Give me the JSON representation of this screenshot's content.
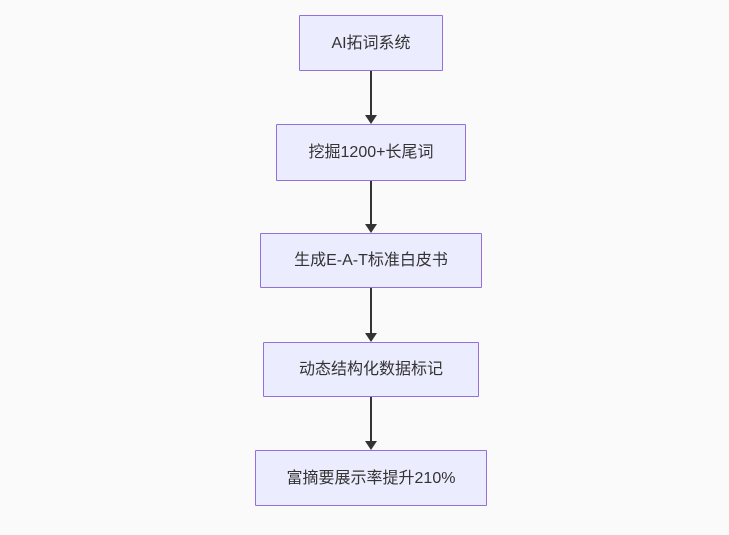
{
  "diagram": {
    "type": "flowchart",
    "direction": "top-down",
    "background": "#fafafa",
    "node_style": {
      "fill": "#ececff",
      "border": "#9370db",
      "text_color": "#333333"
    },
    "edge_style": {
      "line_color": "#333333",
      "arrowhead": "filled-triangle-down"
    },
    "nodes": [
      {
        "id": "A",
        "label": "AI拓词系统"
      },
      {
        "id": "B",
        "label": "挖掘1200+长尾词"
      },
      {
        "id": "C",
        "label": "生成E-A-T标准白皮书"
      },
      {
        "id": "D",
        "label": "动态结构化数据标记"
      },
      {
        "id": "E",
        "label": "富摘要展示率提升210%"
      }
    ],
    "edges": [
      {
        "from": "A",
        "to": "B"
      },
      {
        "from": "B",
        "to": "C"
      },
      {
        "from": "C",
        "to": "D"
      },
      {
        "from": "D",
        "to": "E"
      }
    ]
  }
}
